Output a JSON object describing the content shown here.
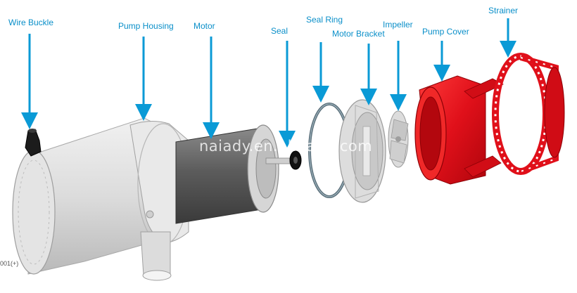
{
  "labels": {
    "wire_buckle": "Wire Buckle",
    "pump_housing": "Pump Housing",
    "motor": "Motor",
    "seal": "Seal",
    "seal_ring": "Seal Ring",
    "motor_bracket": "Motor Bracket",
    "impeller": "Impeller",
    "pump_cover": "Pump Cover",
    "strainer": "Strainer"
  },
  "watermark": "naiady.en.alibaba.com",
  "corner_code": "001(+)",
  "colors": {
    "label_blue": "#0a8fc9",
    "arrow_blue": "#0a9ad6",
    "housing_grey": "#d9d9d9",
    "motor_dark": "#5f5f5f",
    "cover_red": "#e0101a"
  }
}
